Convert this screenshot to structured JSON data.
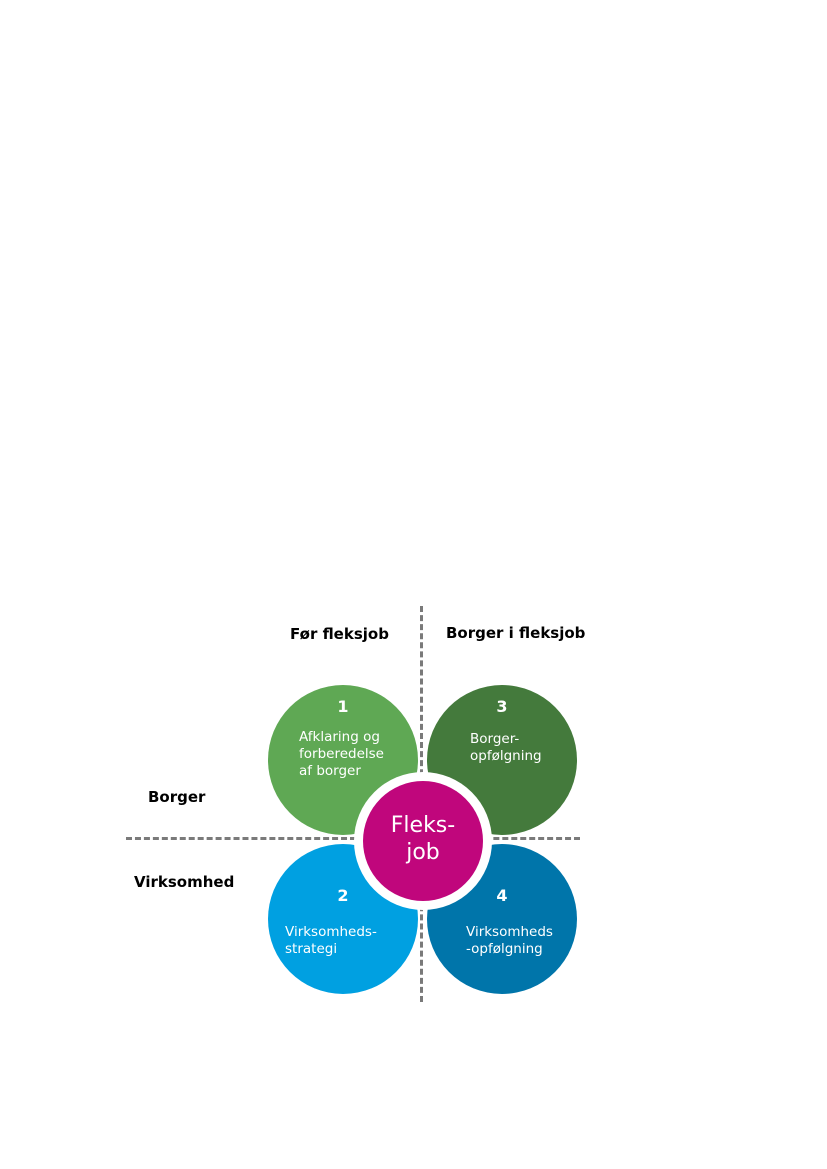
{
  "columns": {
    "before": "Før fleksjob",
    "during": "Borger i fleksjob"
  },
  "rows": {
    "citizen": "Borger",
    "company": "Virksomhed"
  },
  "center": {
    "label": "Fleks-\njob",
    "color": "#c0067c"
  },
  "petals": [
    {
      "number": "1",
      "text": "Afklaring og\nforberedelse\naf borger",
      "color": "#5fa854"
    },
    {
      "number": "2",
      "text": "Virksomheds-\nstrategi",
      "color": "#00a0e1"
    },
    {
      "number": "3",
      "text": "Borger-\nopfølgning",
      "color": "#447a3c"
    },
    {
      "number": "4",
      "text": "Virksomheds\n-opfølgning",
      "color": "#0075aa"
    }
  ],
  "divider_color": "#7a7a7a"
}
